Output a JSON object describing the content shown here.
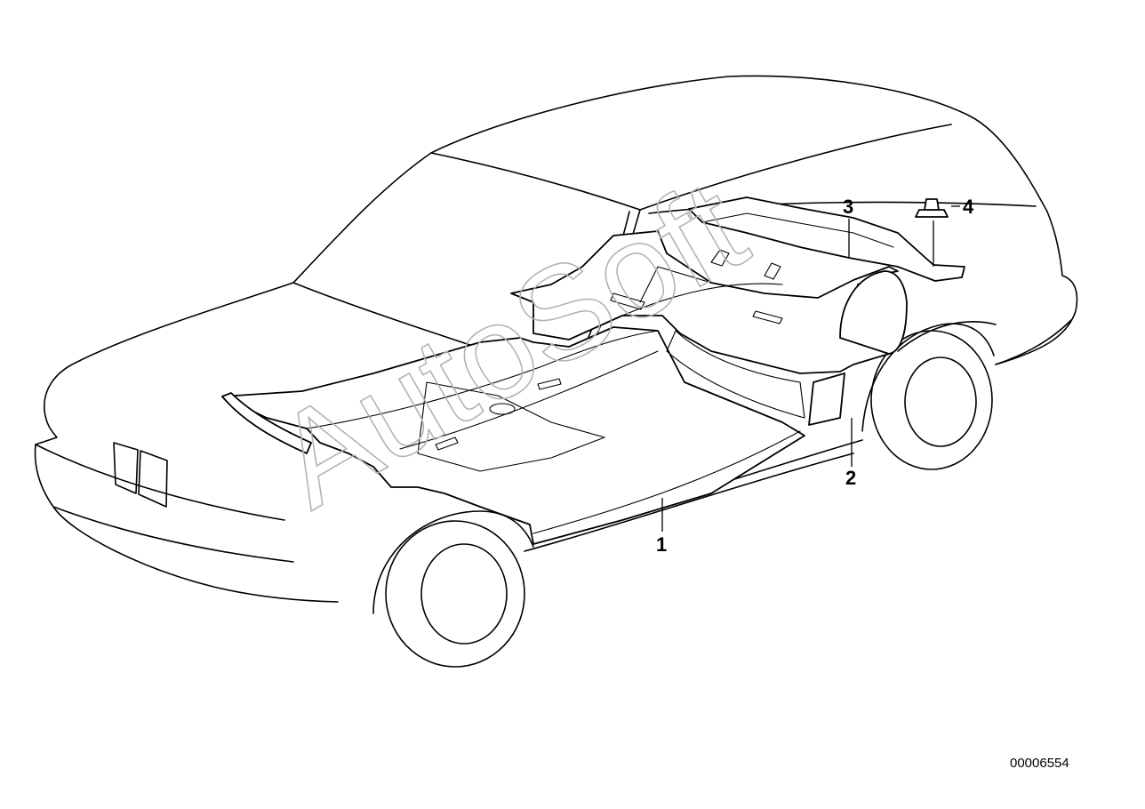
{
  "watermark": "AutoSoft",
  "callouts": [
    {
      "id": "1",
      "label": "1"
    },
    {
      "id": "2",
      "label": "2"
    },
    {
      "id": "3",
      "label": "3"
    },
    {
      "id": "4",
      "label": "4"
    }
  ],
  "reference_number": "00006554",
  "colors": {
    "line": "#000000",
    "background": "#ffffff",
    "watermark": "#b3b3b3"
  }
}
